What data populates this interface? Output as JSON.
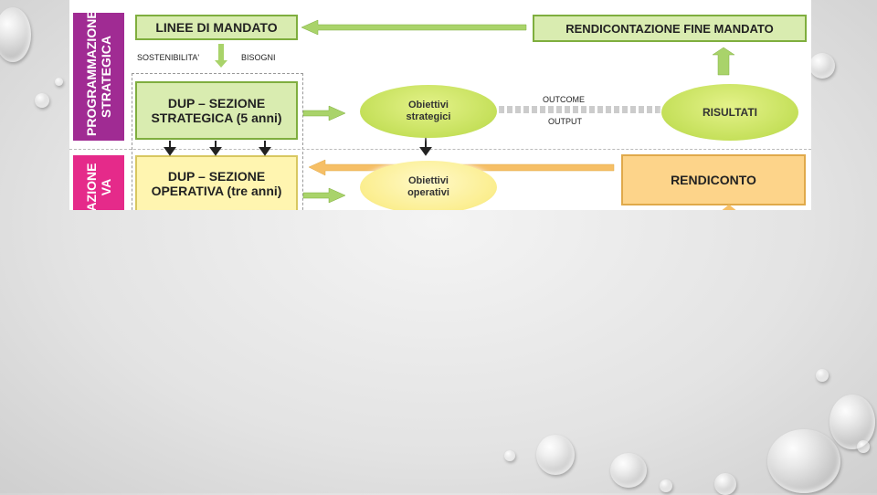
{
  "diagram": {
    "side_labels": {
      "strategic": "PROGRAMMAZIONE STRATEGICA",
      "operative": "AZIONE VA"
    },
    "boxes": {
      "linee_mandato": "LINEE DI MANDATO",
      "rendicontazione": "RENDICONTAZIONE FINE MANDATO",
      "dup_strategica": "DUP – SEZIONE STRATEGICA (5 anni)",
      "dup_operativa": "DUP – SEZIONE OPERATIVA (tre anni)",
      "rendiconto": "RENDICONTO"
    },
    "labels": {
      "sostenibilita": "SOSTENIBILITA'",
      "bisogni": "BISOGNI",
      "outcome": "OUTCOME",
      "output": "OUTPUT"
    },
    "ellipses": {
      "obiettivi_strategici": "Obiettivi strategici",
      "obiettivi_operativi": "Obiettivi operativi",
      "risultati": "RISULTATI"
    },
    "colors": {
      "strategic_bar": "#a02b93",
      "operative_bar": "#e52a8a",
      "box_green_fill": "#d9ecb0",
      "box_green_border": "#7fae3e",
      "box_yellow_fill": "#fff5b0",
      "box_orange_fill": "#fdd48a",
      "arrow_green": "#a9d36a",
      "arrow_orange": "#f6bf66"
    }
  }
}
